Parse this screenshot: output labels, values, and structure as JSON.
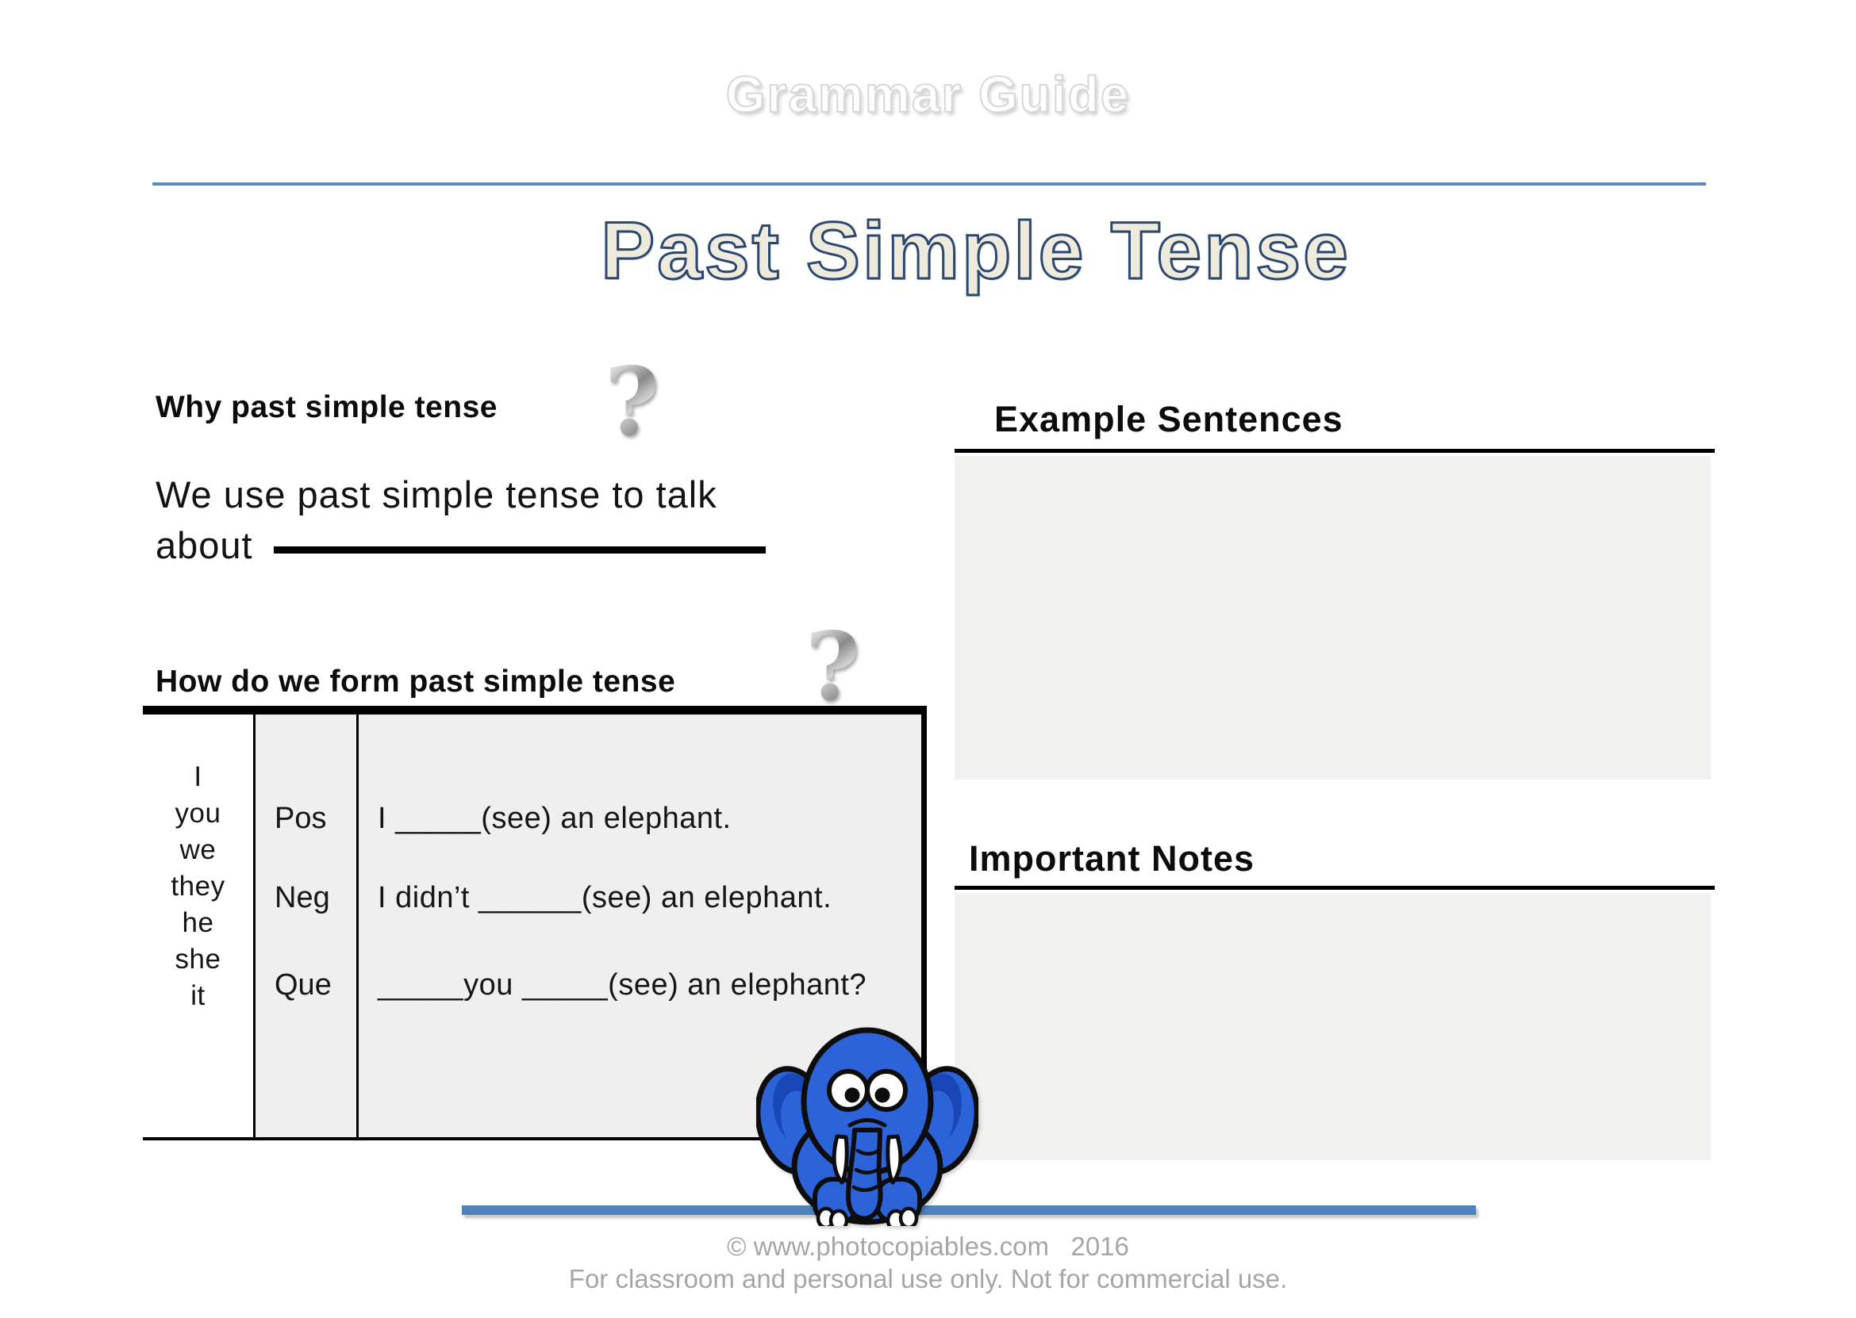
{
  "page": {
    "brand": "Grammar Guide",
    "title": "Past Simple Tense"
  },
  "icons": {
    "question_mark": "?"
  },
  "why": {
    "heading": "Why past simple tense",
    "line1": "We use past simple tense to talk",
    "line2": "about"
  },
  "form": {
    "heading": "How do we form past simple tense",
    "table": {
      "pronouns": [
        "I",
        "you",
        "we",
        "they",
        "he",
        "she",
        "it"
      ],
      "rows": [
        {
          "type": "Pos",
          "sentence": "I _____(see) an elephant."
        },
        {
          "type": "Neg",
          "sentence": "I didn’t ______(see) an elephant."
        },
        {
          "type": "Que",
          "sentence": "_____you _____(see) an elephant?"
        }
      ]
    }
  },
  "examples": {
    "heading": "Example Sentences"
  },
  "notes": {
    "heading": "Important Notes"
  },
  "footer": {
    "copyright": "© www.photocopiables.com   2016",
    "license": "For classroom and personal use only. Not for commercial use."
  },
  "colors": {
    "accent_blue_bar": "#4f81bd",
    "top_divider_blue": "#5c88ba",
    "panel_gray": "#f1f1f0",
    "table_gray": "#efefef",
    "title_fill": "#eeebdc",
    "title_outline": "#2c4770",
    "footer_gray": "#a6a6a6",
    "elephant_blue": "#2c63d9",
    "elephant_blue_dark": "#1a47b8"
  },
  "images": {
    "elephant": "blue-cartoon-elephant"
  }
}
